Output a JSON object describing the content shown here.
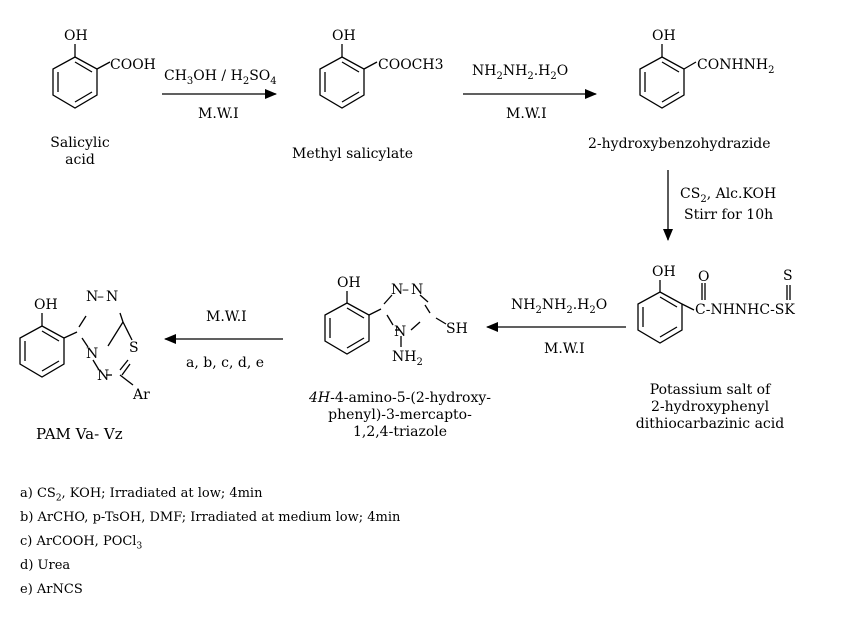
{
  "compounds": {
    "salicylic_acid": {
      "name_line1": "Salicylic",
      "name_line2": "acid",
      "oh": "OH",
      "substituent": "COOH"
    },
    "methyl_salicylate": {
      "name": "Methyl salicylate",
      "oh": "OH",
      "substituent": "COOCH3"
    },
    "hydroxybenzohydrazide": {
      "name": "2-hydroxybenzohydrazide",
      "oh": "OH",
      "substituent_main": "CONHNH",
      "substituent_sub": "2"
    },
    "potassium_salt": {
      "name_line1": "Potassium salt of",
      "name_line2": "2-hydroxyphenyl",
      "name_line3": "dithiocarbazinic acid",
      "oh": "OH",
      "o": "O",
      "s": "S",
      "chain": "C-NHNHC-SK"
    },
    "triazole": {
      "name_line1_italic": "4H",
      "name_line1_rest": "-4-amino-5-(2-hydroxy-",
      "name_line2": "phenyl)-3-mercapto-",
      "name_line3": "1,2,4-triazole",
      "oh": "OH",
      "sh": "SH",
      "nh2_main": "NH",
      "nh2_sub": "2",
      "n1": "N",
      "n2": "N",
      "n4": "N",
      "dash": "–"
    },
    "pam": {
      "name": "PAM Va- Vz",
      "oh": "OH",
      "ar": "Ar",
      "s": "S",
      "n_top1": "N",
      "n_top2": "N",
      "n_mid": "N",
      "n_low": "N",
      "dash": "–"
    }
  },
  "arrows": {
    "step1": {
      "top": "CH3OH / H2SO4",
      "bottom": "M.W.I"
    },
    "step2": {
      "top": "NH2NH2.H2O",
      "bottom": "M.W.I"
    },
    "step3": {
      "line1": "CS2, Alc.KOH",
      "line2": "Stirr for 10h"
    },
    "step4": {
      "top": "NH2NH2.H2O",
      "bottom": "M.W.I"
    },
    "step5": {
      "top": "M.W.I",
      "bottom": "a, b, c, d, e"
    }
  },
  "footnotes": [
    "a) CS2, KOH; Irradiated at low; 4min",
    "b) ArCHO, p-TsOH, DMF; Irradiated  at medium low; 4min",
    "c) ArCOOH, POCl3",
    "d) Urea",
    "e) ArNCS"
  ]
}
